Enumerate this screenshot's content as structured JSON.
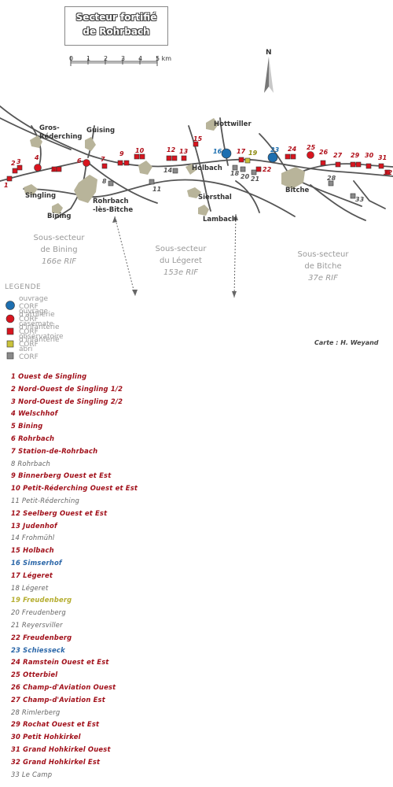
{
  "title": {
    "line1": "Secteur fortifié",
    "line2": "de Rohrbach"
  },
  "scale": {
    "ticks": [
      "0",
      "1",
      "2",
      "3",
      "4",
      "5 km"
    ]
  },
  "north_label": "N",
  "places": [
    {
      "id": "gros-rederching",
      "text": "Gros-\nRéderching"
    },
    {
      "id": "guising",
      "text": "Guising"
    },
    {
      "id": "singling",
      "text": "Singling"
    },
    {
      "id": "bining",
      "text": "Bining"
    },
    {
      "id": "rohrbach",
      "text": "Rohrbach\n-lès-Bitche"
    },
    {
      "id": "hottwiller",
      "text": "Hottwiller"
    },
    {
      "id": "holbach",
      "text": "Holbach"
    },
    {
      "id": "siersthal",
      "text": "Siersthal"
    },
    {
      "id": "lambach",
      "text": "Lambach"
    },
    {
      "id": "bitche",
      "text": "Bitche"
    }
  ],
  "subsectors": [
    {
      "id": "bining",
      "line1": "Sous-secteur",
      "line2": "de Bining",
      "rif": "166e RIF"
    },
    {
      "id": "legeret",
      "line1": "Sous-secteur",
      "line2": "du Légeret",
      "rif": "153e RIF"
    },
    {
      "id": "bitche",
      "line1": "Sous-secteur",
      "line2": "de Bitche",
      "rif": "37e RIF"
    }
  ],
  "legend": {
    "title": "LEGENDE",
    "items": [
      {
        "label": "ouvrage CORF d'artillerie",
        "color": "#1d6fb0",
        "shape": "circle"
      },
      {
        "label": "ouvrage CORF d'infanterie",
        "color": "#d8151f",
        "shape": "circle"
      },
      {
        "label": "casemate CORF d'infanterie",
        "color": "#d8151f",
        "shape": "square"
      },
      {
        "label": "observatoire CORF",
        "color": "#c9c23a",
        "shape": "square"
      },
      {
        "label": "abri CORF",
        "color": "#8a8a8a",
        "shape": "square"
      }
    ]
  },
  "credit": "Carte : H. Weyand",
  "entries": [
    {
      "text": "1 Ouest de Singling",
      "type": "red"
    },
    {
      "text": "2 Nord-Ouest de Singling 1/2",
      "type": "red"
    },
    {
      "text": "3 Nord-Ouest de Singling 2/2",
      "type": "red"
    },
    {
      "text": "4 Welschhof",
      "type": "red"
    },
    {
      "text": "5 Bining",
      "type": "red"
    },
    {
      "text": "6 Rohrbach",
      "type": "red"
    },
    {
      "text": "7 Station-de-Rohrbach",
      "type": "red"
    },
    {
      "text": "8 Rohrbach",
      "type": "grey"
    },
    {
      "text": "9 Binnerberg Ouest et Est",
      "type": "red"
    },
    {
      "text": "10 Petit-Réderching Ouest et Est",
      "type": "red"
    },
    {
      "text": "11 Petit-Réderching",
      "type": "grey"
    },
    {
      "text": "12 Seelberg Ouest et Est",
      "type": "red"
    },
    {
      "text": "13 Judenhof",
      "type": "red"
    },
    {
      "text": "14 Frohmühl",
      "type": "grey"
    },
    {
      "text": "15 Holbach",
      "type": "red"
    },
    {
      "text": "16 Simserhof",
      "type": "blue"
    },
    {
      "text": "17 Légeret",
      "type": "red"
    },
    {
      "text": "18 Légeret",
      "type": "grey"
    },
    {
      "text": "19 Freudenberg",
      "type": "olive"
    },
    {
      "text": "20 Freudenberg",
      "type": "grey"
    },
    {
      "text": "21 Reyersviller",
      "type": "grey"
    },
    {
      "text": "22 Freudenberg",
      "type": "red"
    },
    {
      "text": "23 Schiesseck",
      "type": "blue"
    },
    {
      "text": "24 Ramstein Ouest et Est",
      "type": "red"
    },
    {
      "text": "25 Otterbiel",
      "type": "red"
    },
    {
      "text": "26 Champ-d'Aviation Ouest",
      "type": "red"
    },
    {
      "text": "27 Champ-d'Aviation Est",
      "type": "red"
    },
    {
      "text": "28 Rimlerberg",
      "type": "grey"
    },
    {
      "text": "29 Rochat Ouest et Est",
      "type": "red"
    },
    {
      "text": "30 Petit Hohkirkel",
      "type": "red"
    },
    {
      "text": "31 Grand Hohkirkel Ouest",
      "type": "red"
    },
    {
      "text": "32 Grand Hohkirkel Est",
      "type": "red"
    },
    {
      "text": "33 Le Camp",
      "type": "grey"
    }
  ],
  "colors": {
    "red": "#d8151f",
    "blue": "#1d6fb0",
    "olive": "#c9c23a",
    "grey": "#8a8a8a",
    "road": "#555555",
    "town": "#b8b49a"
  }
}
